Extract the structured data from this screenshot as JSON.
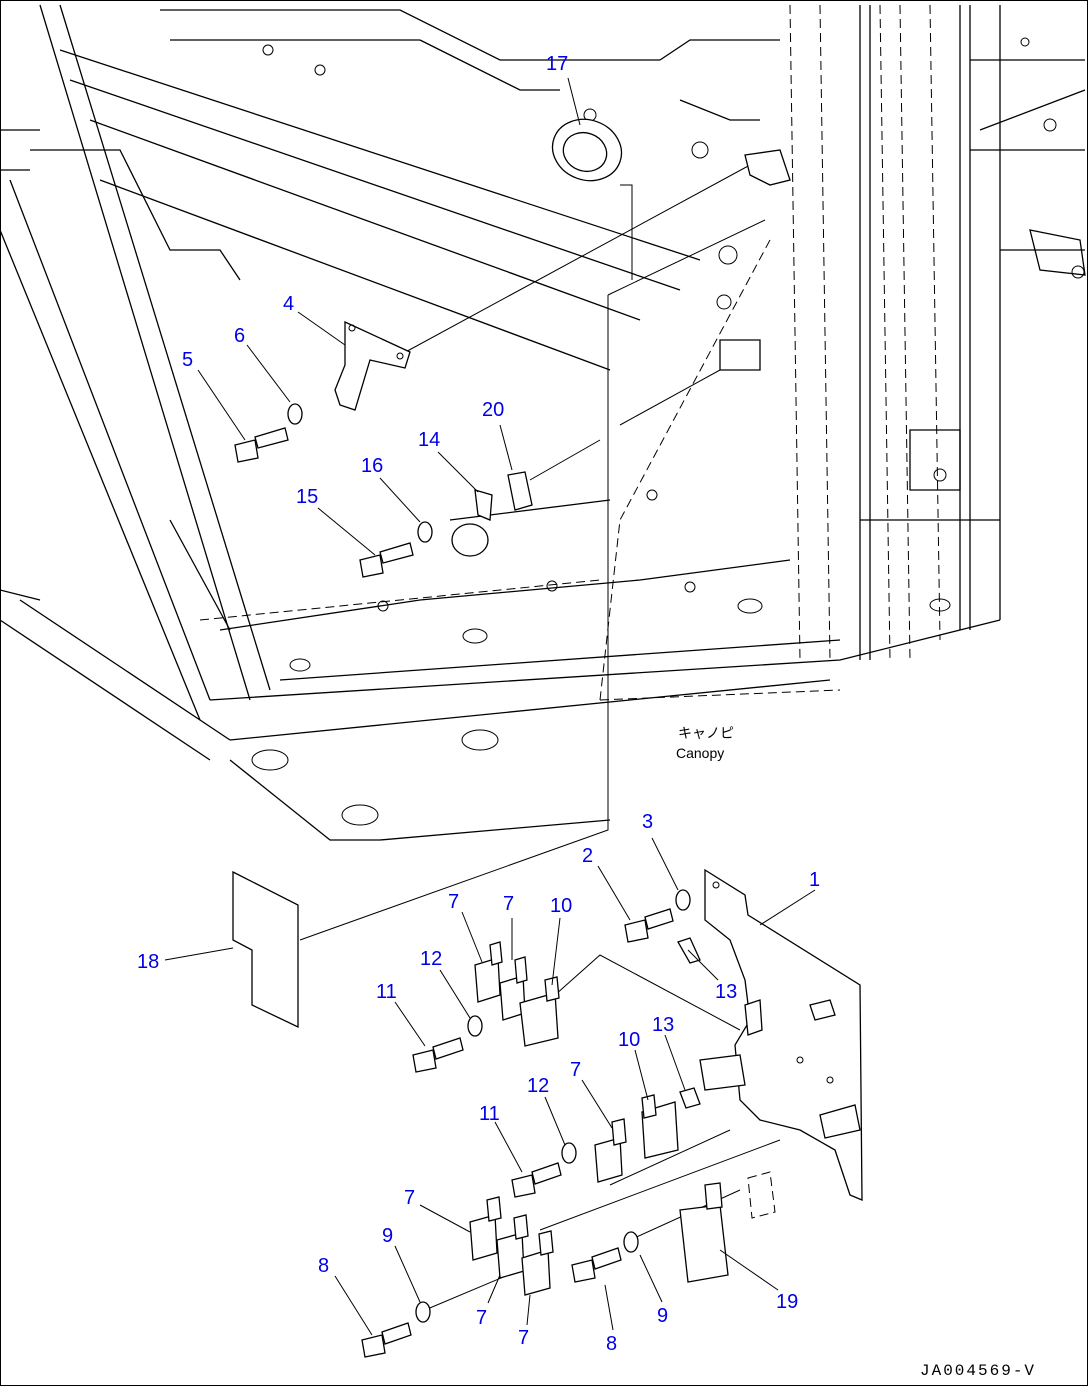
{
  "drawing": {
    "code": "JA004569-V",
    "canopy_label_line1": "キャノピ",
    "canopy_label_line2": "Canopy"
  },
  "callouts": [
    {
      "id": "c1",
      "label": "1"
    },
    {
      "id": "c2",
      "label": "2"
    },
    {
      "id": "c3",
      "label": "3"
    },
    {
      "id": "c4",
      "label": "4"
    },
    {
      "id": "c5",
      "label": "5"
    },
    {
      "id": "c6",
      "label": "6"
    },
    {
      "id": "c7a",
      "label": "7"
    },
    {
      "id": "c7b",
      "label": "7"
    },
    {
      "id": "c7c",
      "label": "7"
    },
    {
      "id": "c7d",
      "label": "7"
    },
    {
      "id": "c7e",
      "label": "7"
    },
    {
      "id": "c7f",
      "label": "7"
    },
    {
      "id": "c8a",
      "label": "8"
    },
    {
      "id": "c8b",
      "label": "8"
    },
    {
      "id": "c9a",
      "label": "9"
    },
    {
      "id": "c9b",
      "label": "9"
    },
    {
      "id": "c10a",
      "label": "10"
    },
    {
      "id": "c10b",
      "label": "10"
    },
    {
      "id": "c11a",
      "label": "11"
    },
    {
      "id": "c11b",
      "label": "11"
    },
    {
      "id": "c12a",
      "label": "12"
    },
    {
      "id": "c12b",
      "label": "12"
    },
    {
      "id": "c13a",
      "label": "13"
    },
    {
      "id": "c13b",
      "label": "13"
    },
    {
      "id": "c14",
      "label": "14"
    },
    {
      "id": "c15",
      "label": "15"
    },
    {
      "id": "c16",
      "label": "16"
    },
    {
      "id": "c17",
      "label": "17"
    },
    {
      "id": "c18",
      "label": "18"
    },
    {
      "id": "c19",
      "label": "19"
    },
    {
      "id": "c20",
      "label": "20"
    }
  ]
}
